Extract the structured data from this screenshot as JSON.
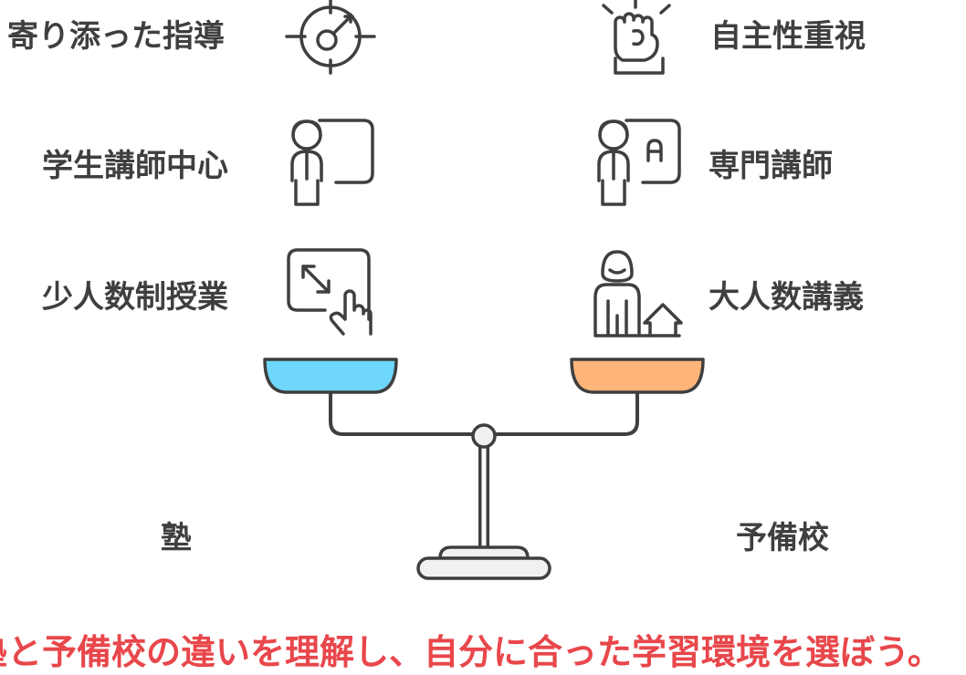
{
  "left_side": {
    "title": "塾",
    "color": "#6fd7fb",
    "features": [
      "寄り添った指導",
      "学生講師中心",
      "少人数制授業"
    ]
  },
  "right_side": {
    "title": "予備校",
    "color": "#ffb57a",
    "features": [
      "自主性重視",
      "専門講師",
      "大人数講義"
    ]
  },
  "caption": "塾と予備校の違いを理解し、自分に合った学習環境を選ぼう。",
  "icons": {
    "left": [
      "target-icon",
      "teacher-board-icon",
      "touch-resize-icon"
    ],
    "right": [
      "raised-fist-icon",
      "teacher-letter-a-icon",
      "person-home-icon"
    ]
  }
}
